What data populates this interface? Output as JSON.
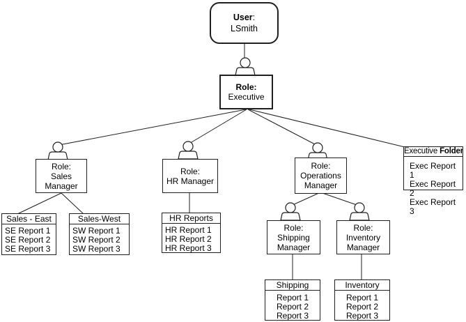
{
  "colors": {
    "line": "#1f1f1f",
    "background": "#ffffff",
    "text": "#000000"
  },
  "user_node": {
    "label": "User",
    "colon": ":",
    "name": "LSmith"
  },
  "roles": {
    "executive": {
      "prefix": "Role:",
      "name": "Executive"
    },
    "sales": {
      "prefix": "Role:",
      "name": "Sales Manager"
    },
    "hr": {
      "prefix": "Role:",
      "name": "HR Manager"
    },
    "operations": {
      "prefix": "Role:",
      "name": "Operations Manager"
    },
    "shipping": {
      "prefix": "Role:",
      "name": "Shipping Manager"
    },
    "inventory": {
      "prefix": "Role:",
      "name": "Inventory Manager"
    }
  },
  "folders": {
    "sales_east": {
      "title": "Sales - East",
      "items": [
        "SE Report 1",
        "SE Report 2",
        "SE Report 3"
      ]
    },
    "sales_west": {
      "title": "Sales-West",
      "items": [
        "SW Report 1",
        "SW Report 2",
        "SW Report 3"
      ]
    },
    "hr_reports": {
      "title": "HR Reports",
      "items": [
        "HR Report 1",
        "HR Report 2",
        "HR Report 3"
      ]
    },
    "shipping": {
      "title": "Shipping",
      "items": [
        "Report 1",
        "Report 2",
        "Report 3"
      ]
    },
    "inventory": {
      "title": "Inventory",
      "items": [
        "Report 1",
        "Report 2",
        "Report 3"
      ]
    },
    "executive": {
      "title_prefix": "Executive",
      "title_bold": "Folder",
      "items": [
        "Exec Report 1",
        "Exec Report 2",
        "Exec Report 3"
      ]
    }
  }
}
